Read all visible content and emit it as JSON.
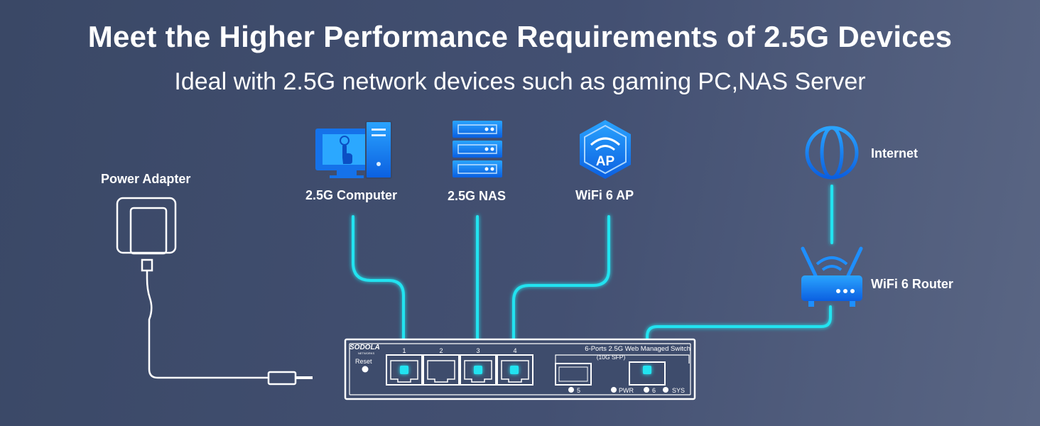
{
  "header": {
    "title": "Meet the Higher Performance Requirements of 2.5G Devices",
    "subtitle": "Ideal with 2.5G network devices such as gaming PC,NAS Server"
  },
  "devices": {
    "computer": {
      "label": "2.5G Computer",
      "icon": "computer-icon"
    },
    "nas": {
      "label": "2.5G NAS",
      "icon": "nas-server-icon"
    },
    "ap": {
      "label": "WiFi 6 AP",
      "icon": "access-point-icon",
      "badge": "AP"
    },
    "internet": {
      "label": "Internet",
      "icon": "globe-icon"
    },
    "router": {
      "label": "WiFi 6 Router",
      "icon": "router-icon"
    },
    "power": {
      "label": "Power Adapter",
      "icon": "power-adapter-icon"
    }
  },
  "switch": {
    "brand": "SODOLA",
    "brand_sub": "NETWORKS",
    "reset_label": "Reset",
    "model_line1": "6-Ports 2.5G Web Managed Switch",
    "model_line2": "(10G SFP)",
    "ports": [
      "1",
      "2",
      "3",
      "4"
    ],
    "sfp5_label": "5",
    "pwr_label": "PWR",
    "port6_label": "6",
    "sys_label": "SYS"
  },
  "colors": {
    "cable": "#22e3f0",
    "icon_blue": "#1e8fff",
    "background": "#3f4d6e"
  }
}
